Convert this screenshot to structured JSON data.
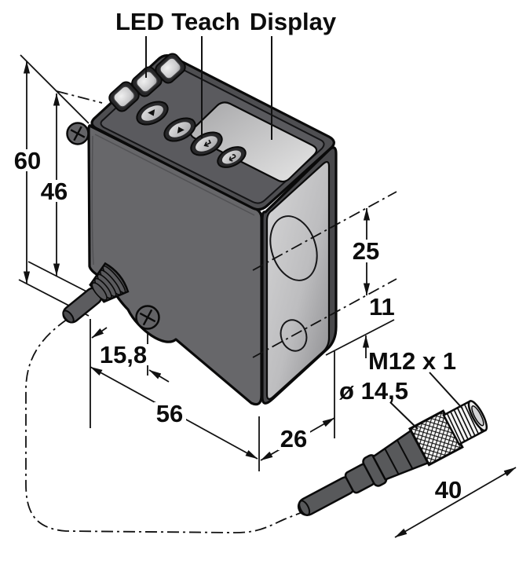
{
  "callouts": {
    "led": "LED",
    "teach": "Teach",
    "display": "Display"
  },
  "dimensions": {
    "overall_height": "60",
    "inner_height": "46",
    "cable_offset": "15,8",
    "housing_depth": "56",
    "housing_width": "26",
    "lens_center_spacing": "25",
    "lens_bottom_offset": "11",
    "connector_thread": "M12 x 1",
    "connector_diameter": "ø 14,5",
    "connector_length": "40"
  },
  "colors": {
    "background": "#ffffff",
    "outline": "#0a0a0a",
    "front_face": "#67676a",
    "side_face": "#48484b",
    "top_face": "#4e4e51",
    "top_inner": "#5a5a5e",
    "window_light": "#d3d3d4",
    "window_dark": "#8e8e91",
    "display_light": "#e2e2e2",
    "display_dark": "#a8a8aa"
  }
}
